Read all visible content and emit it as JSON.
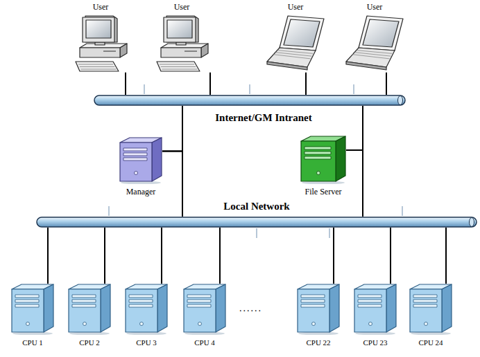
{
  "diagram": {
    "nodes": [
      {
        "text": [
          "User"
        ]
      },
      {
        "text": [
          "User"
        ]
      },
      {
        "text": [
          "User"
        ]
      },
      {
        "text": [
          "User"
        ]
      },
      {
        "text": [
          "Internet/GM Intranet"
        ]
      },
      {
        "text": [
          "Manager"
        ]
      },
      {
        "text": [
          "File Server"
        ]
      },
      {
        "text": [
          "Local Network"
        ]
      },
      {
        "text": [
          "CPU 1"
        ]
      },
      {
        "text": [
          "CPU 2"
        ]
      },
      {
        "text": [
          "CPU 3"
        ]
      },
      {
        "text": [
          "CPU 4"
        ]
      },
      {
        "text": [
          "CPU 22"
        ]
      },
      {
        "text": [
          "CPU 23"
        ]
      },
      {
        "text": [
          "CPU 24"
        ]
      }
    ],
    "edges": [
      {
        "from": 0,
        "to": 4,
        "arrow": "none"
      },
      {
        "from": 1,
        "to": 4,
        "arrow": "none"
      },
      {
        "from": 2,
        "to": 4,
        "arrow": "none"
      },
      {
        "from": 3,
        "to": 4,
        "arrow": "none"
      },
      {
        "from": 5,
        "to": 4,
        "arrow": "none"
      },
      {
        "from": 5,
        "to": 7,
        "arrow": "none"
      },
      {
        "from": 6,
        "to": 4,
        "arrow": "none"
      },
      {
        "from": 6,
        "to": 7,
        "arrow": "none"
      },
      {
        "from": 8,
        "to": 7,
        "arrow": "none"
      },
      {
        "from": 9,
        "to": 7,
        "arrow": "none"
      },
      {
        "from": 10,
        "to": 7,
        "arrow": "none"
      },
      {
        "from": 11,
        "to": 7,
        "arrow": "none"
      },
      {
        "from": 12,
        "to": 7,
        "arrow": "none"
      },
      {
        "from": 13,
        "to": 7,
        "arrow": "none"
      },
      {
        "from": 14,
        "to": 7,
        "arrow": "none"
      }
    ],
    "labels": [
      "......"
    ]
  }
}
